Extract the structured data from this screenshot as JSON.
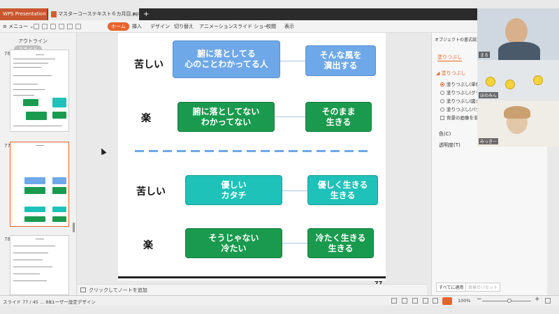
{
  "window": {
    "app_tab": "WPS Presentation",
    "doc_tab": "マスターコーステキスト６カ月目.ppt",
    "close": "×",
    "new_tab": "+"
  },
  "ribbon": {
    "menu": "メニュー",
    "tabs": [
      "ホーム",
      "挿入",
      "デザイン",
      "切り替え",
      "アニメーション",
      "スライド ショー",
      "校閲",
      "表示"
    ],
    "active_tab": "ホーム"
  },
  "left_panel": {
    "tabs": [
      "アウトライン",
      "スライド"
    ],
    "active_tab": "スライド",
    "slide_numbers": [
      "76",
      "77",
      "78"
    ]
  },
  "slide": {
    "number": "77",
    "top_section": {
      "row1": {
        "label": "苦しい",
        "left": "腑に落としてる\n心のことわかってる人",
        "right": "そんな風を\n演出する"
      },
      "row2": {
        "label": "楽",
        "left": "腑に落としてない\nわかってない",
        "right": "そのまま\n生きる"
      }
    },
    "bottom_section": {
      "row1": {
        "label": "苦しい",
        "left": "優しい\nカタチ",
        "right": "優しく生きる\n生きる"
      },
      "row2": {
        "label": "楽",
        "left": "そうじゃない\n冷たい",
        "right": "冷たく生きる\n生きる"
      }
    }
  },
  "notes": {
    "placeholder": "クリックしてノートを追加"
  },
  "format_pane": {
    "title": "オブジェクトの書式設定 -",
    "tab": "塗りつぶし",
    "section": "◢ 塗りつぶし",
    "options": [
      "塗りつぶし(単色)(",
      "塗りつぶし(グラデー",
      "塗りつぶし(図または",
      "塗りつぶし(パターン"
    ],
    "checkbox": "背景の画像を非表",
    "color_label": "色(C)",
    "transparency_label": "透明度(T)",
    "apply_all": "すべてに適用",
    "reset_bg": "背景のリセット"
  },
  "video": {
    "names": [
      "まる",
      "ほのみん",
      "みっきー"
    ]
  },
  "status": {
    "slide_info": "スライド 77 / 45 ... 88",
    "design": "ユーザー設定デザイン",
    "zoom": "100%",
    "zoom_minus": "−",
    "zoom_plus": "+"
  },
  "colors": {
    "accent": "#e8632a",
    "box_blue": "#6fa8e8",
    "box_green": "#1a9a4e",
    "box_teal": "#1fc2b9"
  }
}
